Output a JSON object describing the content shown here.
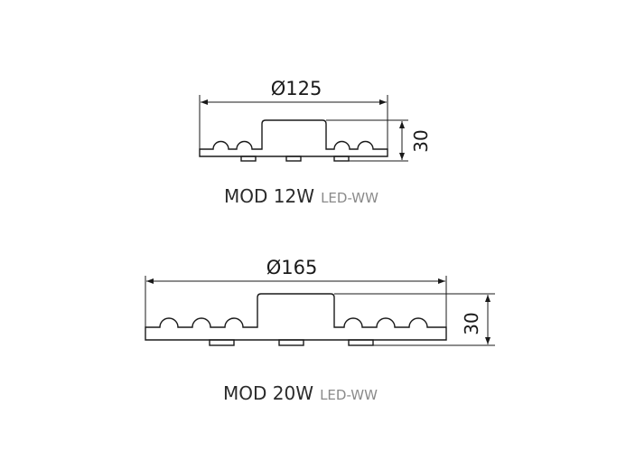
{
  "modules": [
    {
      "diameter_label": "Ø125",
      "height_label": "30",
      "model": "MOD 12W",
      "variant": "LED-WW"
    },
    {
      "diameter_label": "Ø165",
      "height_label": "30",
      "model": "MOD 20W",
      "variant": "LED-WW"
    }
  ],
  "colors": {
    "line": "#1a1a1a",
    "caption": "#2b2b2b",
    "variant": "#8a8a8a"
  }
}
